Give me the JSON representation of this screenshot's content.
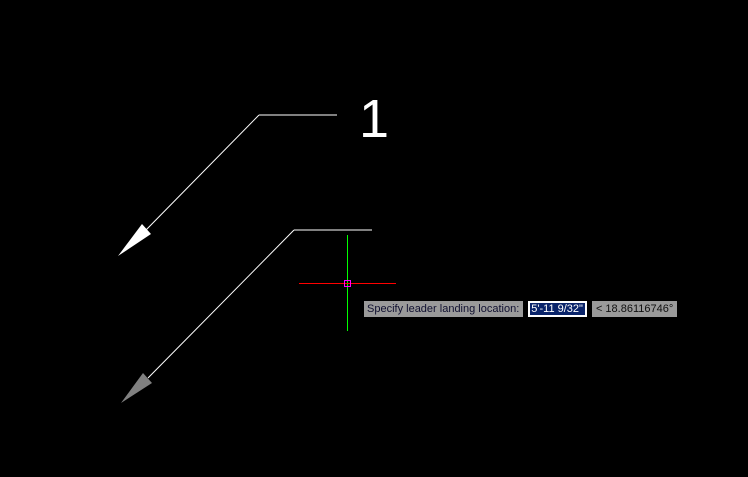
{
  "drawing": {
    "leader_text": "1",
    "background_color": "#000000",
    "line_color": "#ffffff",
    "preview_arrow_color": "#808080",
    "crosshair": {
      "x_axis_color": "#ff0000",
      "y_axis_color": "#00ff00",
      "pickbox_color": "#ff00ff"
    }
  },
  "tooltip": {
    "prompt": "Specify leader landing location:",
    "distance_value": "5'-11 9/32\"",
    "angle_value": "< 18.86116746°"
  }
}
